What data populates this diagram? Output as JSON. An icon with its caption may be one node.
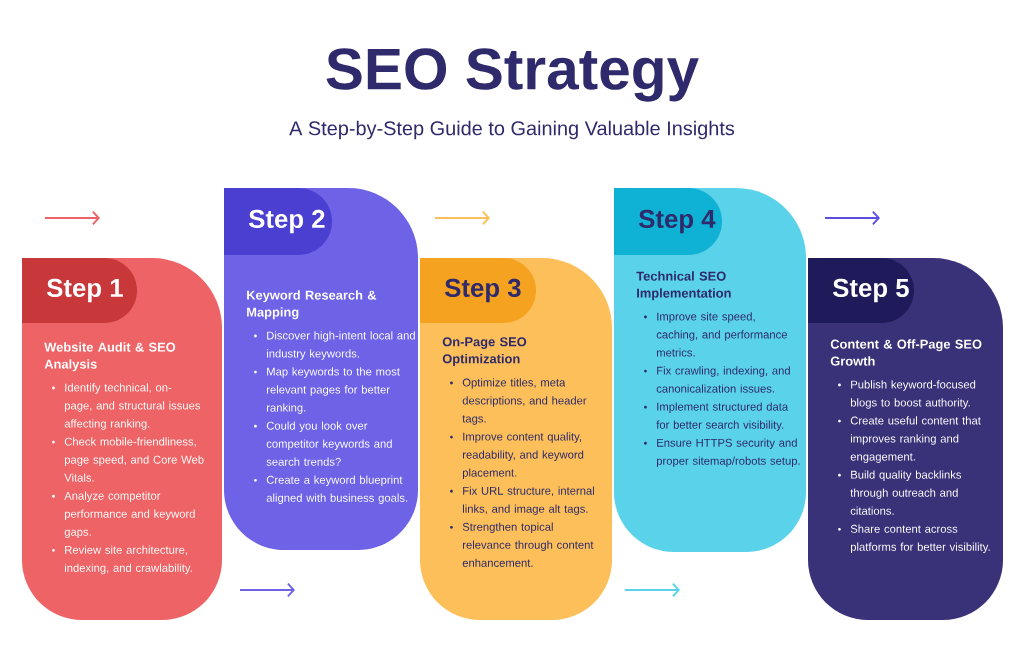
{
  "diagram": {
    "title": "SEO Strategy",
    "nodes": [
      {
        "text": [
          "Step 1",
          "Website Audit & SEO Analysis",
          "Identify technical, on-page, and structural issues affecting ranking.",
          "Check mobile-friendliness, page speed, and Core Web Vitals.",
          "Analyze competitor performance and keyword gaps.",
          "Review site architecture, indexing, and crawlability."
        ]
      },
      {
        "text": [
          "Step 2",
          "Keyword Research & Mapping",
          "Discover high-intent local and industry keywords.",
          "Map keywords to the most relevant pages for better ranking.",
          "Could you look over competitor keywords and search trends?",
          "Create a keyword blueprint aligned with business goals."
        ]
      },
      {
        "text": [
          "Step 3",
          "On-Page SEO Optimization",
          "Optimize titles, meta descriptions, and header tags.",
          "Improve content quality, readability, and keyword placement.",
          "Fix URL structure, internal links, and image alt tags.",
          "Strengthen topical relevance through content enhancement."
        ]
      },
      {
        "text": [
          "Step 4",
          "Technical SEO Implementation",
          "Improve site speed, caching, and performance metrics.",
          "Fix crawling, indexing, and canonicalization issues.",
          "Implement structured data for better search visibility.",
          "Ensure HTTPS security and proper sitemap/robots setup."
        ]
      },
      {
        "text": [
          "Step 5",
          "Content & Off-Page SEO Growth",
          "Publish keyword-focused blogs to boost authority.",
          "Create useful content that improves ranking and engagement.",
          "Build quality backlinks through outreach and citations.",
          "Share content across platforms for better visibility."
        ]
      }
    ],
    "labels": [
      "A Step-by-Step Guide to Gaining Valuable Insights"
    ]
  }
}
